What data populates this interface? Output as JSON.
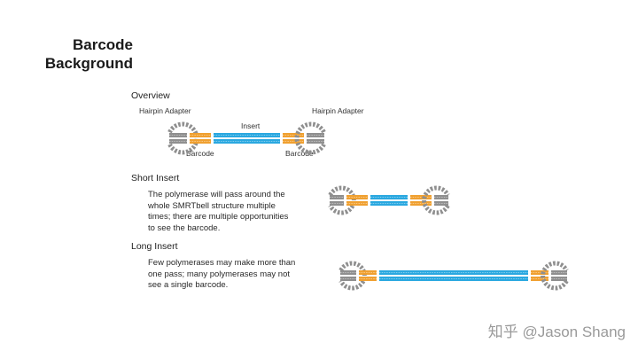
{
  "title": {
    "line1": "Barcode",
    "line2": "Background"
  },
  "overview": {
    "heading": "Overview",
    "hairpin_left": "Hairpin Adapter",
    "hairpin_right": "Hairpin Adapter",
    "insert": "Insert",
    "barcode_left": "Barcode",
    "barcode_right": "Barcode"
  },
  "short_insert": {
    "heading": "Short Insert",
    "desc_lines": [
      "The polymerase will pass around the",
      "whole SMRTbell structure multiple",
      "times; there are multiple opportunities",
      "to see the barcode."
    ]
  },
  "long_insert": {
    "heading": "Long Insert",
    "desc_lines": [
      "Few polymerases may make more than",
      "one pass; many polymerases may not",
      "see a single barcode."
    ]
  },
  "watermark": "知乎 @Jason Shang",
  "colors": {
    "hairpin": "#8f8f8f",
    "barcode": "#f0a030",
    "insert": "#2aa8e0"
  }
}
